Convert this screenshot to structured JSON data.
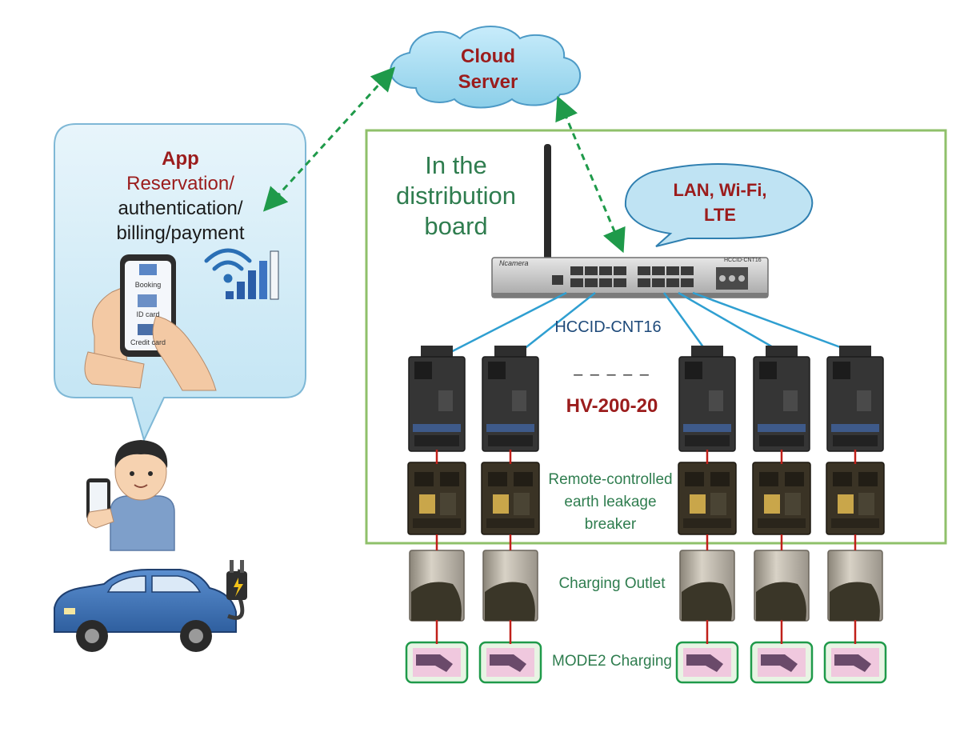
{
  "cloud": {
    "line1": "Cloud",
    "line2": "Server"
  },
  "app": {
    "title": "App",
    "line1": "Reservation/",
    "line2": "authentication/",
    "line3": "billing/payment"
  },
  "phone_screen": {
    "booking": "Booking",
    "id_card": "ID card",
    "credit_card": "Credit card"
  },
  "board": {
    "line1": "In the",
    "line2": "distribution",
    "line3": "board"
  },
  "network": {
    "line1": "LAN, Wi-Fi,",
    "line2": "LTE"
  },
  "switch": {
    "label": "HCCID-CNT16",
    "brand": "Ncamera",
    "model": "HCCID-CNT16"
  },
  "controller": {
    "label": "HV-200-20",
    "ellipsis": "– – – – –"
  },
  "breaker": {
    "line1": "Remote-controlled",
    "line2": "earth leakage",
    "line3": "breaker"
  },
  "outlet": {
    "label": "Charging Outlet"
  },
  "charging": {
    "label": "MODE2 Charging"
  },
  "colors": {
    "board_border": "#8fc06a",
    "cloud_fill": "#a8dcf2",
    "bubble_fill": "#bfe3f3",
    "cable": "#2f9fd1",
    "arrow": "#1f9a4a",
    "title_red": "#9b1c1c",
    "label_green": "#2f7d4f",
    "wire_red": "#c0201a"
  },
  "icons": [
    "cloud-icon",
    "wifi-icon",
    "signal-bars-icon",
    "smartphone-icon",
    "person-icon",
    "car-icon",
    "plug-icon",
    "network-switch-icon",
    "antenna-icon"
  ]
}
